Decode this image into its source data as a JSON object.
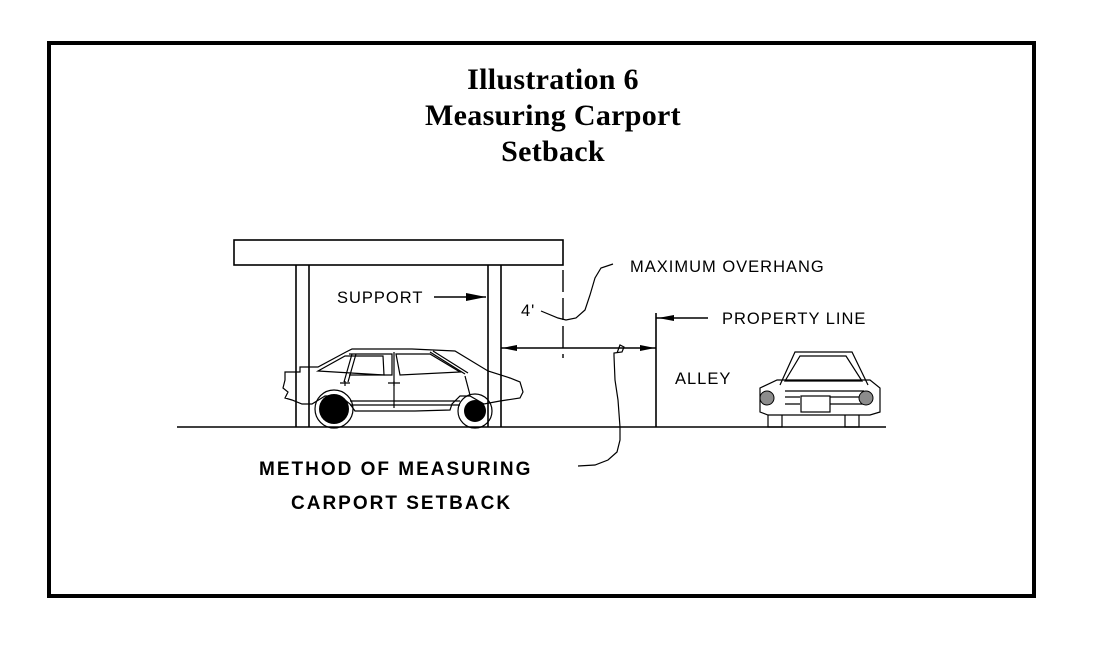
{
  "title": {
    "line1": "Illustration 6",
    "line2": "Measuring Carport",
    "line3": "Setback"
  },
  "labels": {
    "support": "SUPPORT",
    "maximum_overhang": "MAXIMUM OVERHANG",
    "overhang_distance": "4'",
    "property_line": "PROPERTY LINE",
    "alley": "ALLEY",
    "method_line1": "METHOD OF MEASURING",
    "method_line2": "CARPORT SETBACK"
  },
  "colors": {
    "line": "#000000",
    "background": "#ffffff",
    "headlight": "#8c8c8c"
  },
  "icons": {
    "side_car": "sedan-side-view",
    "front_car": "car-front-view",
    "arrow": "arrowhead"
  }
}
